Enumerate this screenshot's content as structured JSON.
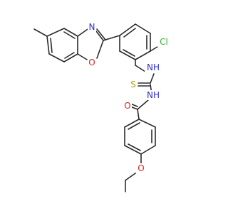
{
  "molecule": {
    "atoms": {
      "chlorine": {
        "text": "Cl",
        "color": "#32b832"
      },
      "oxazole_nitrogen": {
        "text": "N",
        "color": "#3030d0"
      },
      "oxazole_oxygen": {
        "text": "O",
        "color": "#e02020"
      },
      "amine_nh_upper": {
        "text": "NH",
        "color": "#3030d0"
      },
      "thione_sulfur": {
        "text": "S",
        "color": "#b8a000"
      },
      "amine_nh_lower": {
        "text": "NH",
        "color": "#3030d0"
      },
      "carbonyl_oxygen": {
        "text": "O",
        "color": "#e02020"
      },
      "ether_oxygen": {
        "text": "O",
        "color": "#e02020"
      }
    },
    "bond_color": "#2b2b2b"
  }
}
